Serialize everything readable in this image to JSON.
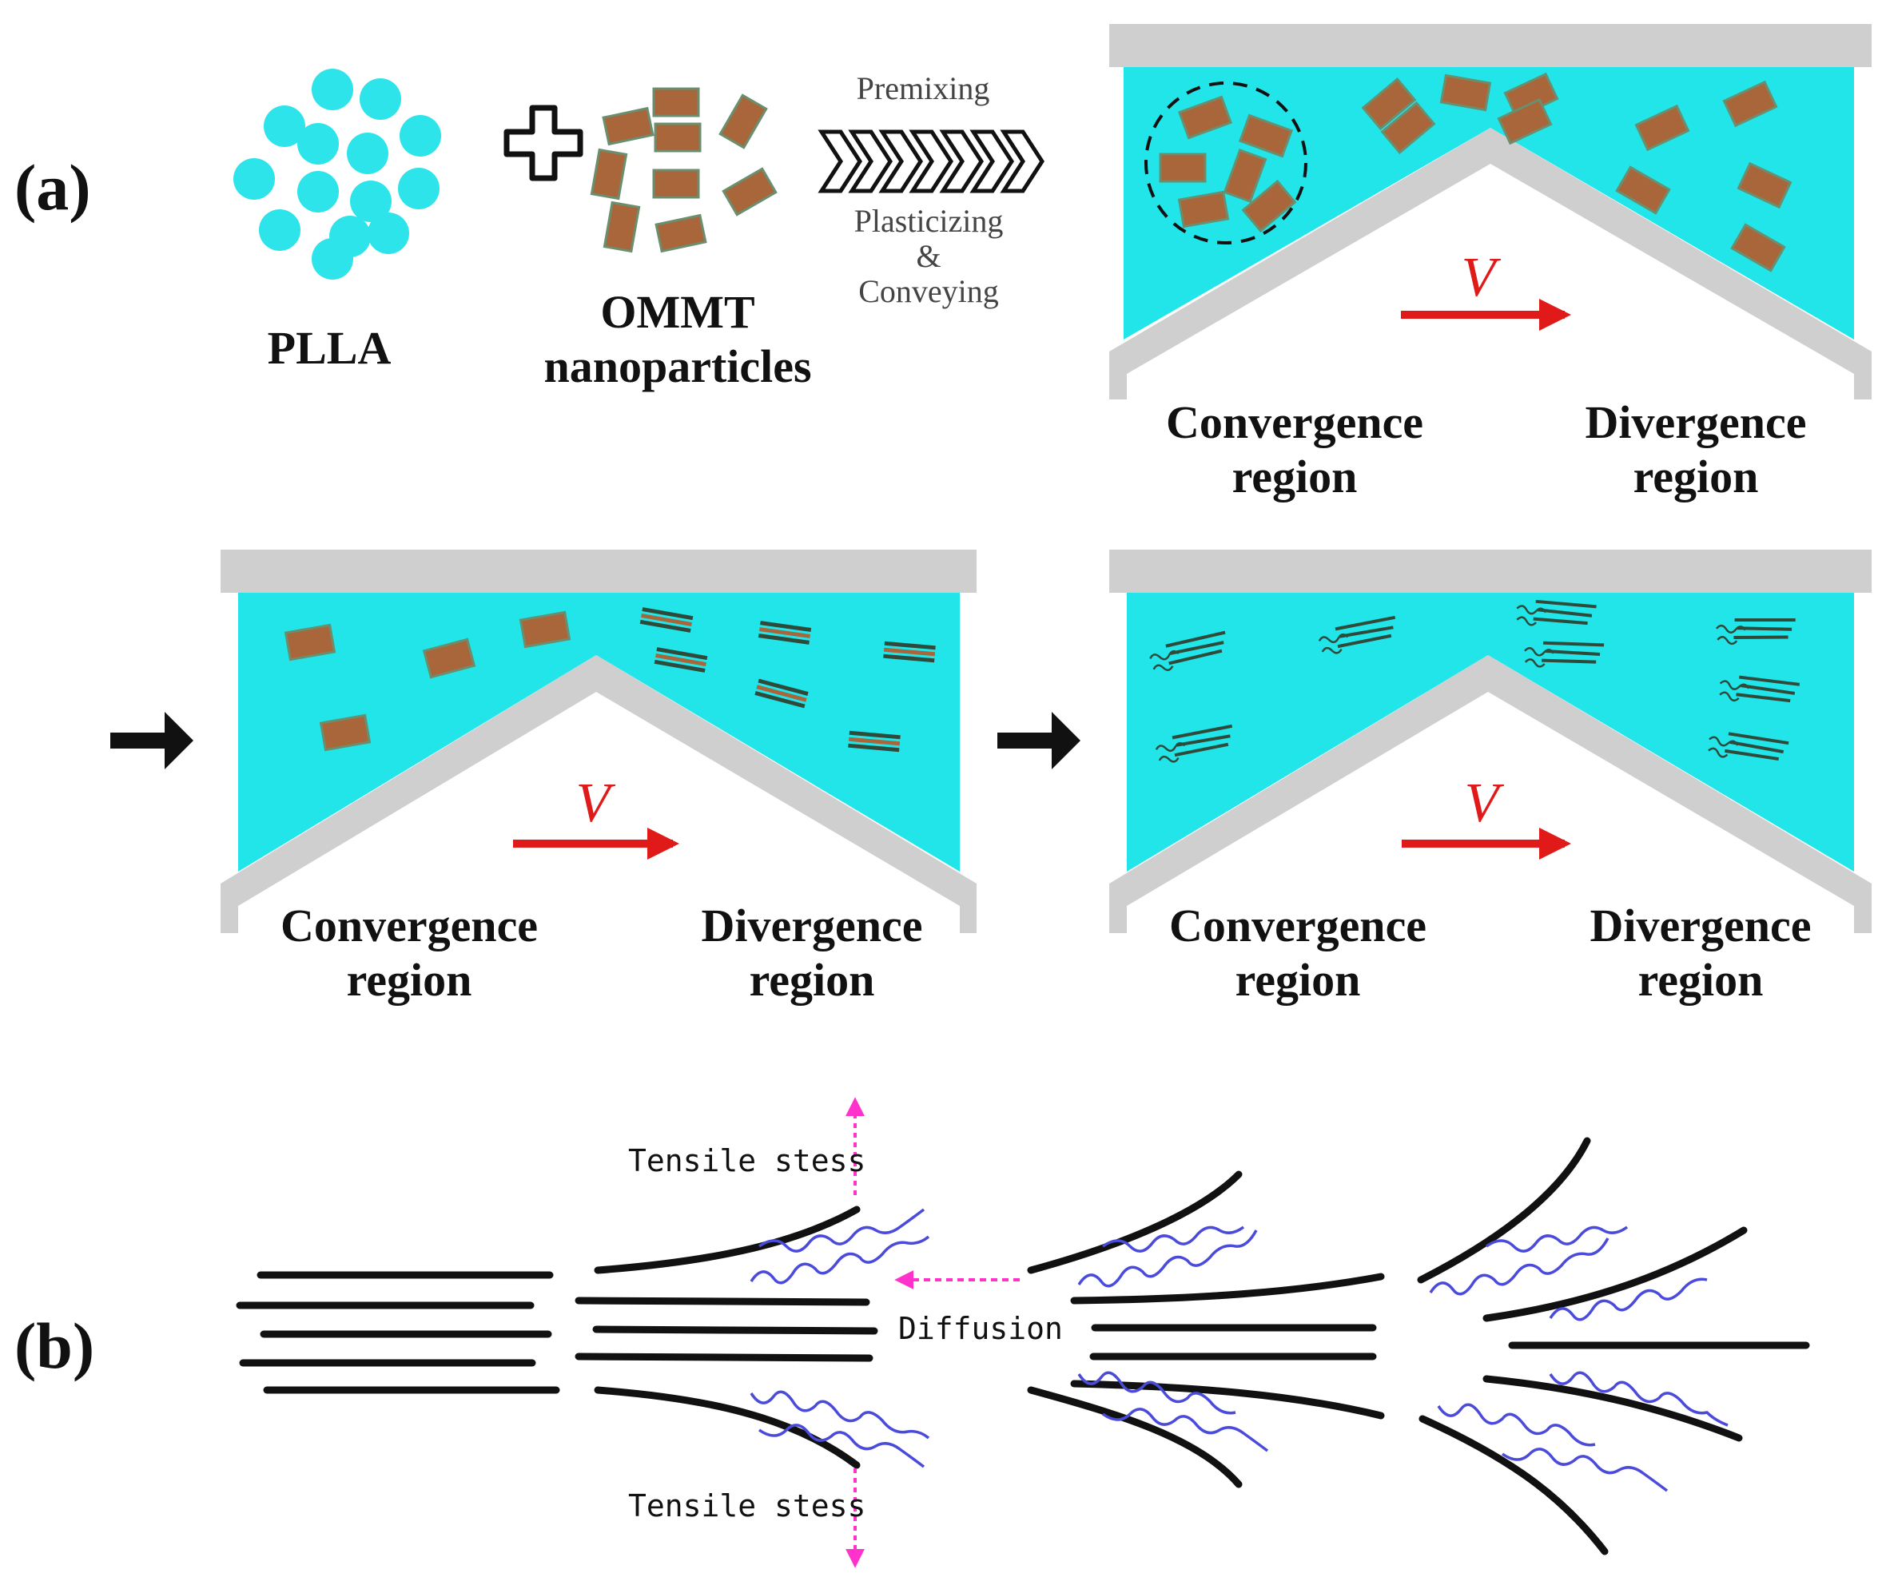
{
  "panel_labels": {
    "a": "(a)",
    "b": "(b)"
  },
  "materials": {
    "plla_label": "PLLA",
    "plus_symbol": "+",
    "ommt_label_line1": "OMMT",
    "ommt_label_line2": "nanoparticles"
  },
  "process": {
    "premixing": "Premixing",
    "plasticizing": "Plasticizing",
    "ampersand": "&",
    "conveying": "Conveying"
  },
  "channel": {
    "velocity_label": "V",
    "convergence_line1": "Convergence",
    "convergence_line2": "region",
    "divergence_line1": "Divergence",
    "divergence_line2": "region"
  },
  "panel_b": {
    "tensile_top": "Tensile stess",
    "tensile_bottom": "Tensile stess",
    "diffusion": "Diffusion"
  },
  "colors": {
    "melt": "#22e5ea",
    "plla_particle": "#2ce4ea",
    "clay": "#a8663a",
    "wall": "#cfcfcf",
    "velocity_arrow": "#e01919",
    "chains": "#4a4adb",
    "stress_arrow": "#ff33cc",
    "ink": "#111111"
  }
}
